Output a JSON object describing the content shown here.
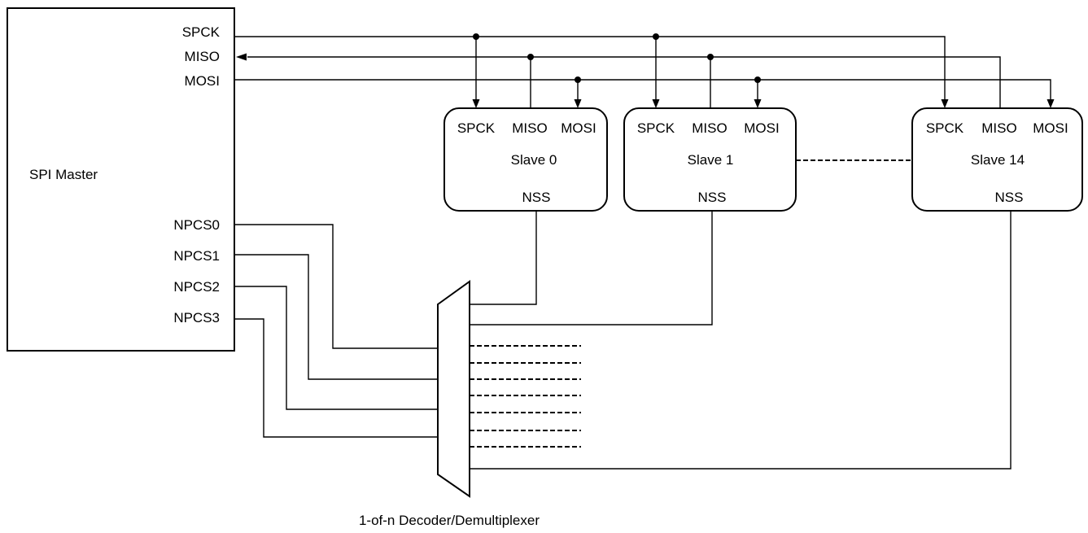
{
  "master": {
    "label": "SPI Master",
    "pins": {
      "spck": "SPCK",
      "miso": "MISO",
      "mosi": "MOSI"
    },
    "cs_pins": [
      "NPCS0",
      "NPCS1",
      "NPCS2",
      "NPCS3"
    ]
  },
  "slaves": [
    {
      "name": "Slave 0",
      "spck": "SPCK",
      "miso": "MISO",
      "mosi": "MOSI",
      "nss": "NSS"
    },
    {
      "name": "Slave 1",
      "spck": "SPCK",
      "miso": "MISO",
      "mosi": "MOSI",
      "nss": "NSS"
    },
    {
      "name": "Slave 14",
      "spck": "SPCK",
      "miso": "MISO",
      "mosi": "MOSI",
      "nss": "NSS"
    }
  ],
  "decoder": {
    "label": "1-of-n Decoder/Demultiplexer"
  }
}
